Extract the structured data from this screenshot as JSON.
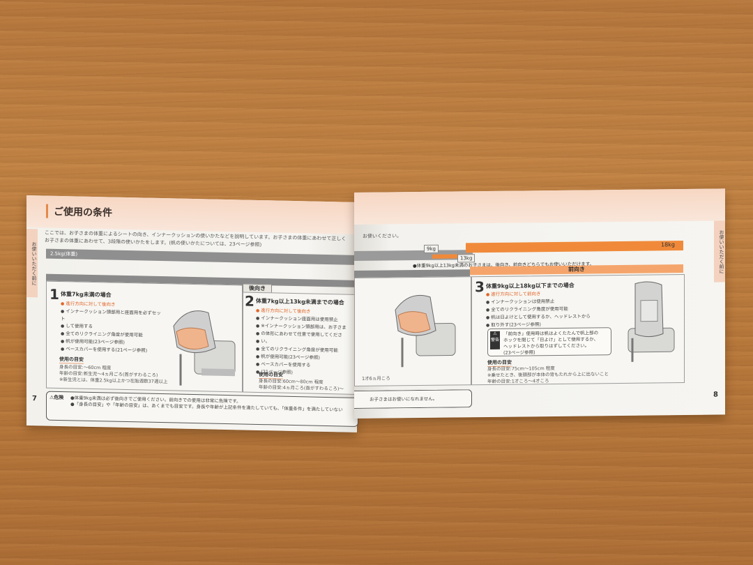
{
  "left_page": {
    "title": "ご使用の条件",
    "intro_line1": "ここでは、お子さまの体重によるシートの向き、インナークッションの使いかたなどを説明しています。お子さまの体重にあわせて正しく",
    "intro_line2": "お子さまの体重にあわせて、3段階の使いかたをします。(帆の使いかたについては、23ページ参照)",
    "scale_start": "2.5kg(体重)",
    "rear_facing_label": "後向き",
    "step1": {
      "num": "1",
      "head": "体重7kg未満の場合",
      "bullets": [
        "進行方向に対して後向き",
        "インナークッション頭部用と座面用を必ずセット",
        "して使用する",
        "全てのリクライニング角度が使用可能",
        "帆が使用可能(23ページ参照)",
        "ベースカバーを使用する(21ページ参照)"
      ],
      "guide_title": "使用の目安",
      "guide_lines": [
        "身長の目安:～60cm 程度",
        "年齢の目安:新生児～4ヵ月ごろ(首がすわるころ)",
        "※新生児とは、体重2.5kg以上かつ在胎週数37週以上"
      ]
    },
    "step2": {
      "num": "2",
      "head": "体重7kg以上13kg未満までの場合",
      "bullets": [
        "進行方向に対して後向き",
        "インナークッション座面用は使用禁止",
        "※インナークッション頭部用は、お子さま",
        "の体形にあわせて任意で使用してくださ",
        "い。",
        "全てのリクライニング角度が使用可能",
        "帆が使用可能(23ページ参照)",
        "ベースカバーを使用する",
        "(21ページ参照)"
      ],
      "guide_title": "使用の目安",
      "guide_lines": [
        "身長の目安:60cm～80cm 程度",
        "年齢の目安:4ヵ月ころ(首がすわるころ)～"
      ]
    },
    "danger_label": "危険",
    "danger_lines": [
      "●体重9kg未満は必ず後向きでご使用ください。前向きでの使用は非常に危険です。",
      "●「身長の目安」や「年齢の目安」は、あくまでも目安です。身長や年齢が上記条件を満たしていても、「体重条件」を満たしていない"
    ],
    "page_number": "7",
    "side_tab": "お使いいただく前に"
  },
  "right_page": {
    "intro_cont": "お使いください。",
    "weight_9": "9kg",
    "weight_13": "13kg",
    "weight_18": "18kg",
    "note": "●体重9kg以上13kg未満のお子さまは、後向き、前向きどちらでもお使いいただけます。",
    "front_facing_label": "前向き",
    "step2_cont_age": "1才6ヵ月ころ",
    "step3": {
      "num": "3",
      "head": "体重9kg以上18kg以下までの場合",
      "bullets": [
        "進行方向に対して前向き",
        "インナークッションは使用禁止",
        "全てのリクライニング角度が使用可能",
        "帆は日よけとして使用するか、ヘッドレストから",
        "取り外す(23ページ参照)"
      ],
      "warn_icon_text": "警告",
      "warn_lines": [
        "「前向き」使用時は帆はよくたたんで帆上部の",
        "ホックを閉じて「日よけ」として使用するか、",
        "ヘッドレストから取りはずしてください。",
        "(23ページ参照)"
      ],
      "guide_title": "使用の目安",
      "guide_lines": [
        "身長の目安:75cm～105cm 程度",
        "※乗せたとき、後頭部が本体の背もたれから上に出ないこと",
        "年齢の目安:1才ころ～4才ころ"
      ]
    },
    "danger_cont": "お子さまはお使いになれません。",
    "page_number": "8",
    "side_tab": "お使いいただく前に"
  },
  "colors": {
    "accent_orange": "#f08a3a",
    "header_peach": "#f7d7c3",
    "bar_grey": "#8f8f8f",
    "table_wood": "#c08244"
  },
  "icons": [
    "car-seat-illustration",
    "warning-triangle-icon",
    "danger-icon"
  ]
}
